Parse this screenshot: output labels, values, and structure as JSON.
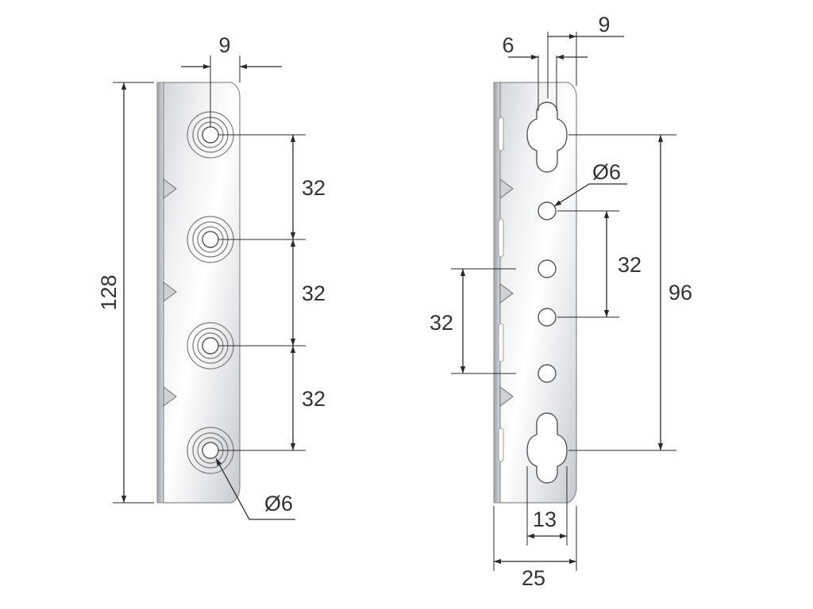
{
  "left_view": {
    "width_label": "9",
    "height_label": "128",
    "spacing_labels": [
      "32",
      "32",
      "32"
    ],
    "diameter_label": "Ø6"
  },
  "right_view": {
    "offset_label_6": "6",
    "offset_label_9": "9",
    "diameter_label": "Ø6",
    "spacing_inner_label": "32",
    "slot_spacing_label": "96",
    "spacing_left_label": "32",
    "slot_width_label": "13",
    "total_width_label": "25"
  }
}
